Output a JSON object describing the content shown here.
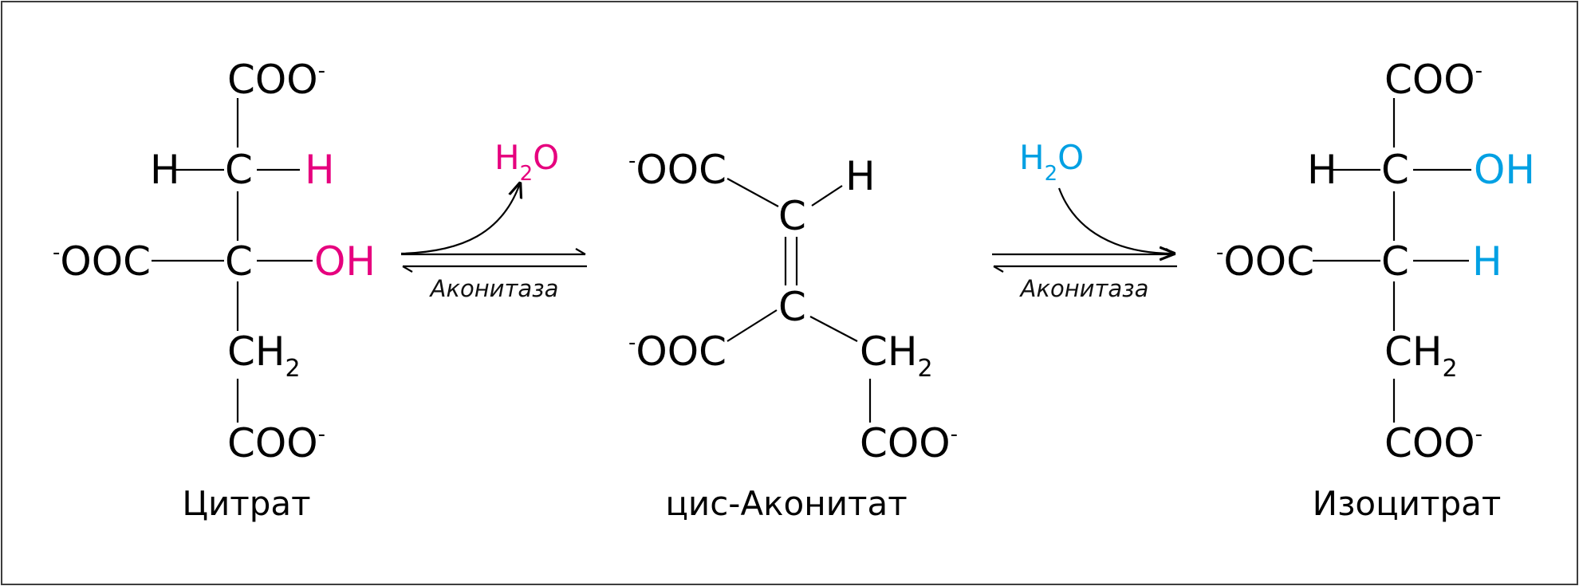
{
  "colors": {
    "dehydration": "#e6007e",
    "hydration": "#00a0e3",
    "text": "#000000",
    "border": "#3d3d3d"
  },
  "labels": {
    "citrate": "Цитрат",
    "cis_aconitate": "цис-Аконитат",
    "isocitrate": "Изоцитрат"
  },
  "enzyme": {
    "step1": "Аконитаза",
    "step2": "Аконитаза"
  },
  "water": {
    "step1": {
      "main": "H",
      "sub": "2",
      "tail": "O"
    },
    "step2": {
      "main": "H",
      "sub": "2",
      "tail": "O"
    }
  },
  "citrate": {
    "top": "COO",
    "top_charge": "-",
    "h_left": "H",
    "c1": "C",
    "h_right": "H",
    "left_charge": "-",
    "left": "OOC",
    "c2": "C",
    "oh": "OH",
    "ch": "CH",
    "ch_sub": "2",
    "bottom": "COO",
    "bottom_charge": "-"
  },
  "aconitate": {
    "tl_charge": "-",
    "tl": "OOC",
    "h": "H",
    "c_top": "C",
    "c_bot": "C",
    "bl_charge": "-",
    "bl": "OOC",
    "ch": "CH",
    "ch_sub": "2",
    "coo": "COO",
    "coo_charge": "-"
  },
  "isocitrate": {
    "top": "COO",
    "top_charge": "-",
    "h_left": "H",
    "c1": "C",
    "oh": "OH",
    "left_charge": "-",
    "left": "OOC",
    "c2": "C",
    "h_right": "H",
    "ch": "CH",
    "ch_sub": "2",
    "bottom": "COO",
    "bottom_charge": "-"
  }
}
